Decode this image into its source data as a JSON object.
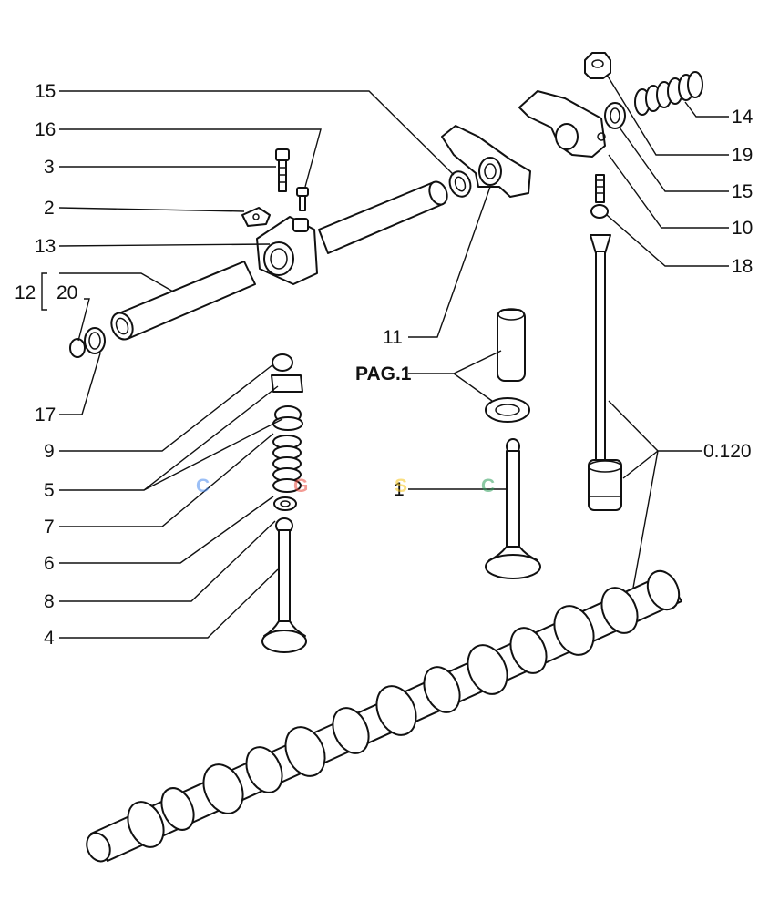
{
  "labels": {
    "l15a": "15",
    "l16": "16",
    "l3": "3",
    "l2": "2",
    "l13": "13",
    "l12": "12",
    "l20": "20",
    "l17": "17",
    "l9": "9",
    "l5": "5",
    "l7": "7",
    "l6": "6",
    "l8": "8",
    "l4": "4",
    "l11": "11",
    "pag": "PAG.1",
    "l1": "1",
    "l14": "14",
    "l19": "19",
    "l15b": "15",
    "l10": "10",
    "l18": "18",
    "l0120": "0.120"
  },
  "watermark": {
    "letters": [
      "C",
      "G",
      "S",
      "C"
    ],
    "colors": [
      "#4a8cf0",
      "#ea4a3e",
      "#f6c51c",
      "#2e9e5a"
    ]
  }
}
